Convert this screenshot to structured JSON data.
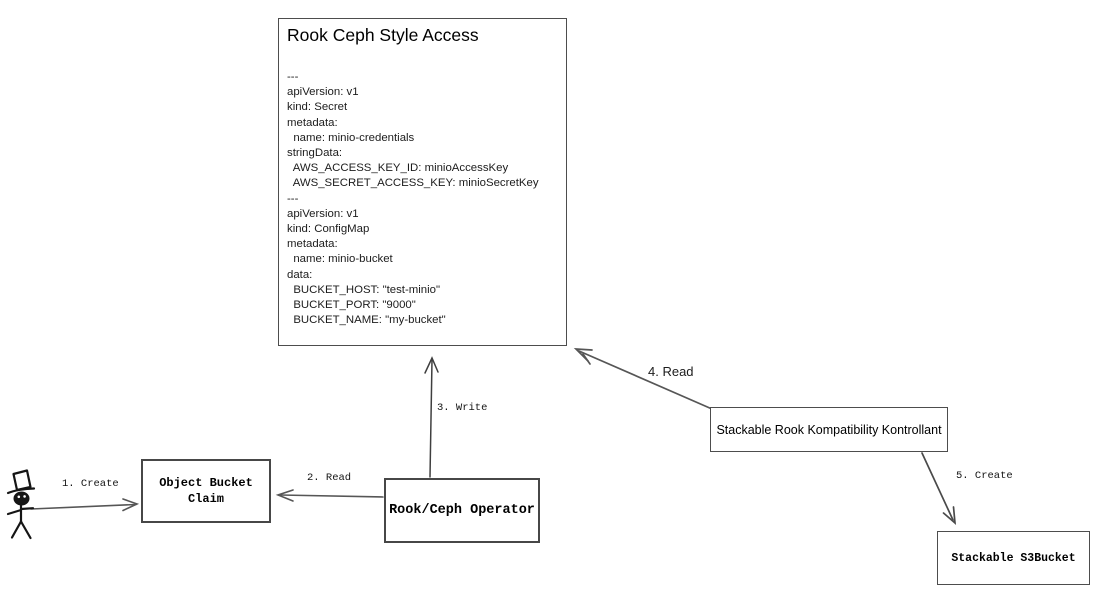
{
  "diagram": {
    "background": "#ffffff",
    "colors": {
      "box_border": "#4d4d4d",
      "arrow": "#565656",
      "text": "#000000",
      "actor": "#151515"
    },
    "main_box": {
      "title": "Rook Ceph Style Access",
      "yaml_lines": [
        "---",
        "apiVersion: v1",
        "kind: Secret",
        "metadata:",
        "  name: minio-credentials",
        "stringData:",
        "  AWS_ACCESS_KEY_ID: minioAccessKey",
        "  AWS_SECRET_ACCESS_KEY: minioSecretKey",
        "---",
        "apiVersion: v1",
        "kind: ConfigMap",
        "metadata:",
        "  name: minio-bucket",
        "data:",
        "  BUCKET_HOST: \"test-minio\"",
        "  BUCKET_PORT: \"9000\"",
        "  BUCKET_NAME: \"my-bucket\""
      ]
    },
    "nodes": {
      "object_bucket_claim": {
        "label": "Object Bucket\nClaim"
      },
      "rook_ceph_operator": {
        "label": "Rook/Ceph Operator"
      },
      "stackable_kontrollant": {
        "label": "Stackable Rook Kompatibility Kontrollant"
      },
      "stackable_s3bucket": {
        "label": "Stackable S3Bucket"
      }
    },
    "edges": {
      "e1": {
        "label": "1. Create"
      },
      "e2": {
        "label": "2. Read"
      },
      "e3": {
        "label": "3. Write"
      },
      "e4": {
        "label": "4. Read"
      },
      "e5": {
        "label": "5. Create"
      }
    }
  }
}
